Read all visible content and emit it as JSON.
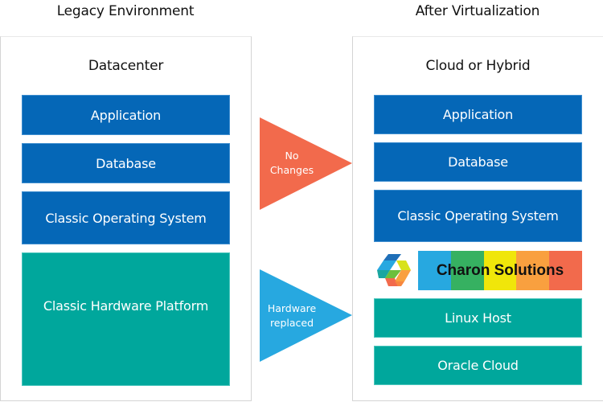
{
  "left": {
    "column_title": "Legacy Environment",
    "panel_title": "Datacenter",
    "layers": [
      "Application",
      "Database",
      "Classic Operating System",
      "Classic Hardware Platform"
    ]
  },
  "right": {
    "column_title": "After Virtualization",
    "panel_title": "Cloud or Hybrid",
    "layers": [
      "Application",
      "Database",
      "Classic Operating System",
      "Linux Host",
      "Oracle Cloud"
    ],
    "charon": {
      "label": "Charon Solutions",
      "logo_icon": "charon-logo-icon",
      "stripe_colors": [
        "#27a8e0",
        "#36b161",
        "#f0e60a",
        "#f9a03f",
        "#f26a4c"
      ]
    }
  },
  "arrows": {
    "top": {
      "line1": "No",
      "line2": "Changes",
      "color": "#f26a4c"
    },
    "bottom": {
      "line1": "Hardware",
      "line2": "replaced",
      "color": "#27a8e0"
    }
  },
  "colors": {
    "software_layer": "#0567b7",
    "hardware_layer": "#00a79c"
  }
}
